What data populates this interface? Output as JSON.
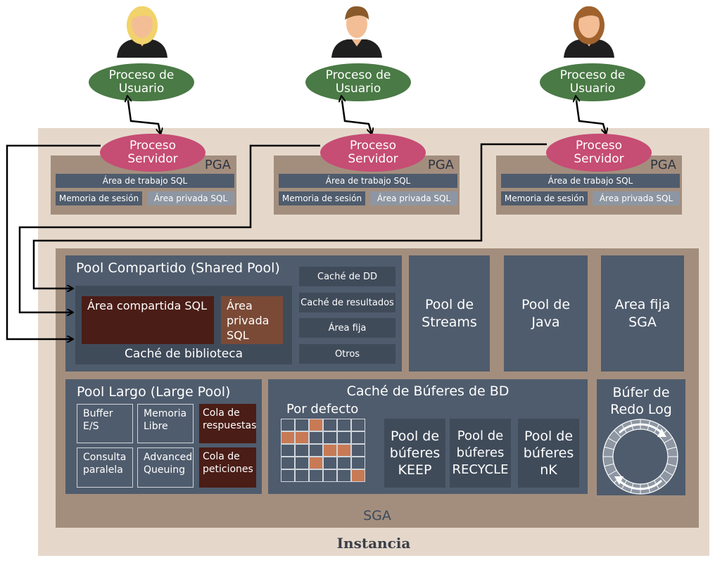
{
  "users": [
    {
      "label": "Proceso de Usuario",
      "hair": "#f2d26a"
    },
    {
      "label": "Proceso de Usuario",
      "hair": "#8a5a2b"
    },
    {
      "label": "Proceso de Usuario",
      "hair": "#a0622d"
    }
  ],
  "servers": [
    {
      "label": "Proceso Servidor"
    },
    {
      "label": "Proceso Servidor"
    },
    {
      "label": "Proceso Servidor"
    }
  ],
  "pga": {
    "label": "PGA",
    "work_area": "Área de trabajo SQL",
    "session_memory": "Memoria de sesión",
    "private_sql": "Área privada SQL"
  },
  "instance_label": "Instancia",
  "sga_label": "SGA",
  "shared_pool": {
    "title": "Pool Compartido (Shared Pool)",
    "library_cache": "Caché de biblioteca",
    "shared_sql": "Área compartida SQL",
    "private_sql": "Área privada SQL",
    "side_items": [
      "Caché de DD",
      "Caché de resultados",
      "Área fija",
      "Otros"
    ]
  },
  "streams_pool": "Pool de Streams",
  "java_pool": "Pool de Java",
  "fixed_sga": "Area fija SGA",
  "large_pool": {
    "title": "Pool Largo (Large Pool)",
    "items": [
      "Buffer E/S",
      "Memoria Libre",
      "Cola de respuestas",
      "Consulta paralela",
      "Advanced Queuing",
      "Cola de peticiones"
    ]
  },
  "buffer_cache": {
    "title": "Caché de Búferes de BD",
    "default_label": "Por defecto",
    "keep": "Pool de búferes KEEP",
    "recycle": "Pool de búferes RECYCLE",
    "nk": "Pool de búferes nK"
  },
  "redo_log": "Búfer de Redo Log",
  "colors": {
    "green": "#4a7a45",
    "pink": "#c64d74",
    "slate": "#4f5c6d",
    "dark_red": "#4a1d16",
    "brown": "#7a4a36",
    "orange": "#c87a55",
    "tan": "#a38e7e",
    "beige": "#e5d8cb"
  }
}
